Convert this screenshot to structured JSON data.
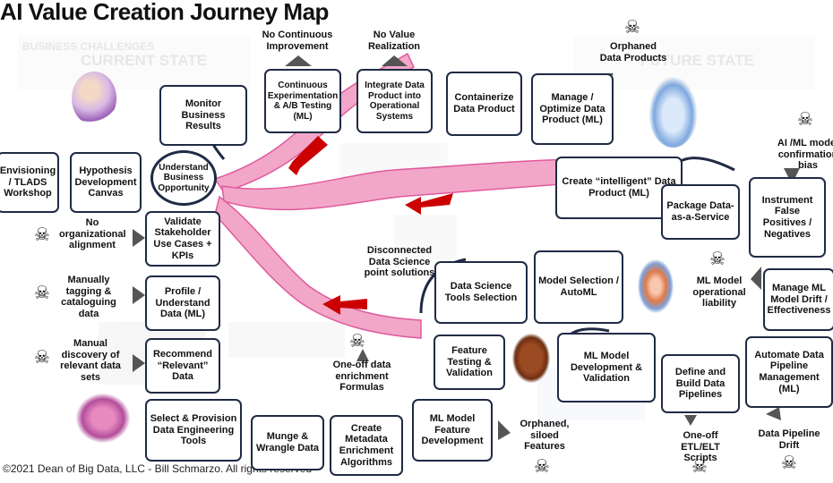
{
  "title": "AI Value Creation Journey Map",
  "footer": "©2021 Dean of Big Data, LLC - Bill Schmarzo. All rights reserved",
  "background": {
    "current_state": "CURRENT STATE",
    "future_state": "FUTURE STATE",
    "challenges": "BUSINESS CHALLENGES"
  },
  "colors": {
    "river": "#f2a7c9",
    "river_dark": "#e05a9d",
    "box_border": "#1f2a44",
    "arrow_red": "#cc0000"
  },
  "boxes": [
    {
      "id": "monitor",
      "label": "Monitor Business Results"
    },
    {
      "id": "continuous",
      "label": "Continuous Experimentation & A/B Testing (ML)"
    },
    {
      "id": "integrate",
      "label": "Integrate Data Product into Operational Systems"
    },
    {
      "id": "containerize",
      "label": "Containerize Data Product"
    },
    {
      "id": "manage",
      "label": "Manage / Optimize Data Product (ML)"
    },
    {
      "id": "envisioning",
      "label": "Envisioning / TLADS Workshop"
    },
    {
      "id": "hypothesis",
      "label": "Hypothesis Development Canvas"
    },
    {
      "id": "understand",
      "label": "Understand Business Opportunity"
    },
    {
      "id": "create_intel",
      "label": "Create “intelligent” Data Product (ML)"
    },
    {
      "id": "validate",
      "label": "Validate Stakeholder Use Cases + KPIs"
    },
    {
      "id": "package",
      "label": "Package Data-as-a-Service"
    },
    {
      "id": "instrument",
      "label": "Instrument False Positives / Negatives"
    },
    {
      "id": "profile",
      "label": "Profile / Understand Data (ML)"
    },
    {
      "id": "ds_tools",
      "label": "Data Science Tools Selection"
    },
    {
      "id": "model_sel",
      "label": "Model Selection / AutoML"
    },
    {
      "id": "manage_ml",
      "label": "Manage ML Model Drift / Effectiveness"
    },
    {
      "id": "recommend",
      "label": "Recommend “Relevant” Data"
    },
    {
      "id": "feature_test",
      "label": "Feature Testing & Validation"
    },
    {
      "id": "ml_dev",
      "label": "ML Model Development & Validation"
    },
    {
      "id": "define_build",
      "label": "Define and Build Data Pipelines"
    },
    {
      "id": "automate",
      "label": "Automate Data Pipeline Management (ML)"
    },
    {
      "id": "select",
      "label": "Select & Provision Data Engineering Tools"
    },
    {
      "id": "munge",
      "label": "Munge & Wrangle Data"
    },
    {
      "id": "metadata",
      "label": "Create Metadata Enrichment Algorithms"
    },
    {
      "id": "ml_feature",
      "label": "ML Model Feature Development"
    }
  ],
  "challenges": [
    {
      "id": "no_ci",
      "label": "No Continuous Improvement"
    },
    {
      "id": "no_value",
      "label": "No Value Realization"
    },
    {
      "id": "orphaned_products",
      "label": "Orphaned Data Products"
    },
    {
      "id": "bias",
      "label": "AI /ML model confirmation bias"
    },
    {
      "id": "no_align",
      "label": "No organizational alignment"
    },
    {
      "id": "disconnected",
      "label": "Disconnected Data Science point solutions"
    },
    {
      "id": "manual_tag",
      "label": "Manually tagging & cataloguing data"
    },
    {
      "id": "liability",
      "label": "ML Model operational liability"
    },
    {
      "id": "manual_disc",
      "label": "Manual discovery of relevant data sets"
    },
    {
      "id": "oneoff_formulas",
      "label": "One-off data enrichment Formulas"
    },
    {
      "id": "orphaned_features",
      "label": "Orphaned, siloed Features"
    },
    {
      "id": "oneoff_etl",
      "label": "One-off ETL/ELT Scripts"
    },
    {
      "id": "pipeline_drift",
      "label": "Data Pipeline Drift"
    }
  ]
}
